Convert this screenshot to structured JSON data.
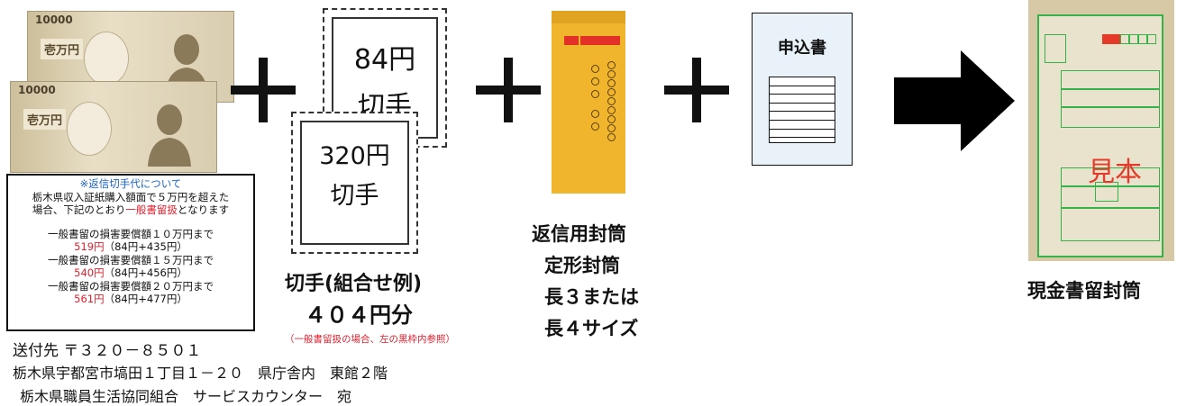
{
  "bills": [
    {
      "denomination": "10000",
      "name": "壱万円"
    },
    {
      "denomination": "10000",
      "name": "壱万円"
    }
  ],
  "note_box": {
    "title": "※返信切手代について",
    "line1": "栃木県収入証紙購入額面で５万円を超えた",
    "line2_a": "場合、下記のとおり",
    "line2_b": "一般書留扱",
    "line2_c": "となります",
    "items": [
      {
        "desc": "一般書留の損害要償額１０万円まで",
        "price": "519円",
        "detail": "（84円+435円）"
      },
      {
        "desc": "一般書留の損害要償額１５万円まで",
        "price": "540円",
        "detail": "（84円+456円）"
      },
      {
        "desc": "一般書留の損害要償額２０万円まで",
        "price": "561円",
        "detail": "（84円+477円）"
      }
    ]
  },
  "stamps": {
    "back_line1": "84円",
    "back_line2": "切手",
    "front_line1": "320円",
    "front_line2": "切手",
    "caption_line1": "切手(組合せ例)",
    "caption_line2": "４０４円分",
    "caption_note": "（一般書留扱の場合、左の黒枠内参照）"
  },
  "return_envelope": {
    "line1": "返信用封筒",
    "line2": "定形封筒",
    "line3": "長３または",
    "line4": "長４サイズ"
  },
  "application_form": {
    "title": "申込書"
  },
  "registered_envelope": {
    "stamp_text": "見本",
    "caption": "現金書留封筒"
  },
  "address": {
    "line1": "送付先 〒３２０－８５０１",
    "line2": "栃木県宇都宮市塙田１丁目１－２０　県庁舎内　東館２階",
    "line3": "栃木県職員生活協同組合　サービスカウンター　宛"
  },
  "colors": {
    "accent_red": "#e0202e",
    "note_blue": "#1a63c9",
    "envelope_gold": "#f0b52d",
    "registered_green": "#35b34a"
  }
}
